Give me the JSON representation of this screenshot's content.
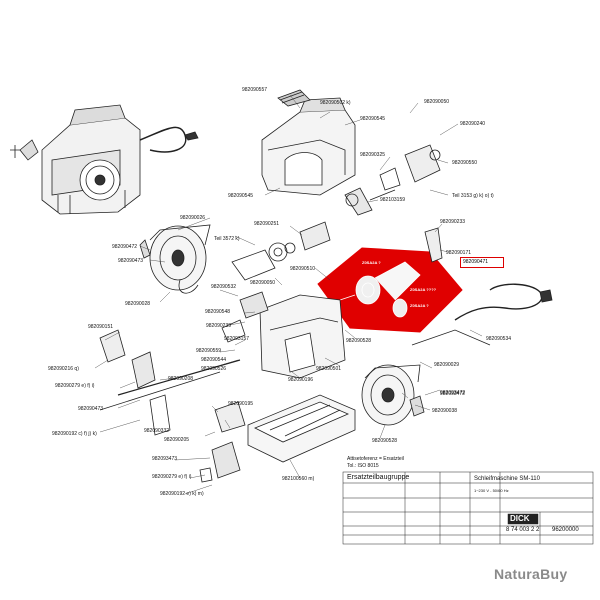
{
  "diagram": {
    "part_labels": [
      "982090557",
      "982090502 k)",
      "982090050",
      "982090545",
      "982090240",
      "982090325",
      "982090550",
      "982090545",
      "Teil 3153 g) k) o) t)",
      "982103159",
      "982090026",
      "982090251",
      "Teil 3572 k)",
      "982090233",
      "982090472",
      "982090171",
      "982090471",
      "982090473",
      "982090510",
      "982090050",
      "982090532",
      "982090028",
      "982090548",
      "982090239",
      "982090528",
      "982090151",
      "982093157",
      "982090559",
      "982090544",
      "982090526",
      "982090501",
      "982090216 q)",
      "982090279 e) f) i)",
      "982090208",
      "982090196",
      "982093472",
      "982090473",
      "982090192 c) f) j) k)",
      "982090195",
      "982090332",
      "982090205",
      "982093473",
      "982090279 e) f) i)",
      "982090192 e) k) m)",
      "982100560 m)",
      "982090534",
      "982090029",
      "982093472",
      "982090038",
      "982090528"
    ],
    "highlight_labels": [
      "Z0SA2A",
      "Z0SA2A ?",
      "Z0SA2A ????",
      "Z0SA2A ?"
    ],
    "highlighted_part": "982090471",
    "legend": {
      "line1": "Attisetoferenz = Ersatzteil",
      "line2": "Tol.: ISO 8015",
      "title": "Ersatzteilbaugruppe",
      "product": "Schleifmaschine SM-110",
      "spec1": "1~230 V - 50/60 Hz",
      "brand": "DICK",
      "article_no": "8 74 003 2 2",
      "drawing_no": "96200000"
    },
    "colors": {
      "highlight": "#e00000",
      "line": "#222222"
    }
  },
  "watermark": "NaturaBuy"
}
